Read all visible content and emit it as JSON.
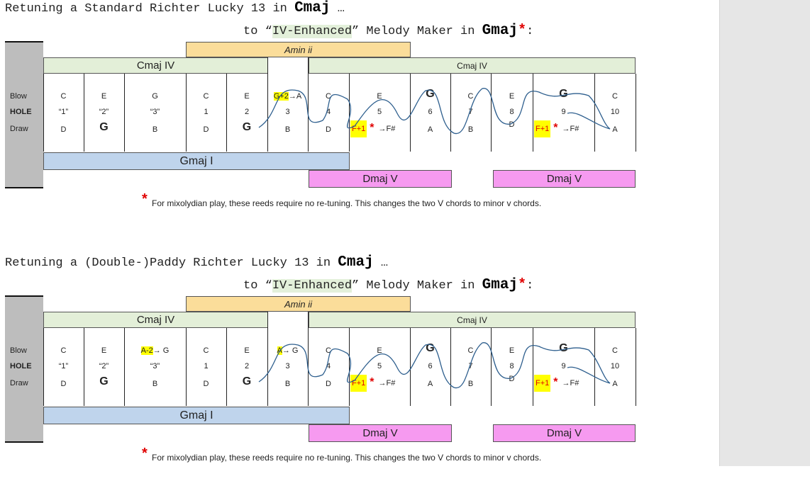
{
  "sections": [
    {
      "title_prefix": "Retuning a Standard Richter Lucky 13 in ",
      "title_key": "Cmaj",
      "title_suffix": " …",
      "subtitle_prefix": "to “",
      "subtitle_hl": "IV-Enhanced",
      "subtitle_mid": "” Melody Maker in ",
      "subtitle_key": "Gmaj",
      "subtitle_star": "*",
      "subtitle_end": ":",
      "band_amin": "Amin ii",
      "band_cmaj_left": "Cmaj IV",
      "band_cmaj_right": "Cmaj IV",
      "band_gmaj": "Gmaj I",
      "band_dmaj_1": "Dmaj V",
      "band_dmaj_2": "Dmaj V",
      "row_blow": "Blow",
      "row_hole": "HOLE",
      "row_draw": "Draw",
      "blow": [
        "C",
        "E",
        "G",
        "C",
        "E",
        "G+2",
        "C",
        "E",
        "G",
        "C",
        "E",
        "G",
        "C"
      ],
      "hole": [
        "“1”",
        "“2”",
        "“3”",
        "1",
        "2",
        "3",
        "4",
        "5",
        "6",
        "7",
        "8",
        "9",
        "10"
      ],
      "draw": [
        "D",
        "G",
        "B",
        "D",
        "G",
        "B",
        "D",
        "F+1",
        "A",
        "B",
        "D",
        "F+1",
        "A"
      ],
      "h3_arrow": "→A",
      "f_arrow": "→F#",
      "footnote_star": "*",
      "footnote": "For mixolydian play, these reeds require no re-tuning.  This changes the two V chords to minor v chords."
    },
    {
      "title_prefix": "Retuning a (Double-)Paddy Richter Lucky 13 in ",
      "title_key": "Cmaj",
      "title_suffix": " …",
      "subtitle_prefix": "to “",
      "subtitle_hl": "IV-Enhanced",
      "subtitle_mid": "” Melody Maker in ",
      "subtitle_key": "Gmaj",
      "subtitle_star": "*",
      "subtitle_end": ":",
      "band_amin": "Amin ii",
      "band_cmaj_left": "Cmaj IV",
      "band_cmaj_right": "Cmaj IV",
      "band_gmaj": "Gmaj I",
      "band_dmaj_1": "Dmaj V",
      "band_dmaj_2": "Dmaj V",
      "row_blow": "Blow",
      "row_hole": "HOLE",
      "row_draw": "Draw",
      "blow": [
        "C",
        "E",
        "A-2",
        "C",
        "E",
        "A",
        "C",
        "E",
        "G",
        "C",
        "E",
        "G",
        "C"
      ],
      "hole": [
        "“1”",
        "“2”",
        "“3”",
        "1",
        "2",
        "3",
        "4",
        "5",
        "6",
        "7",
        "8",
        "9",
        "10"
      ],
      "draw": [
        "D",
        "G",
        "B",
        "D",
        "G",
        "B",
        "D",
        "F+1",
        "A",
        "B",
        "D",
        "F+1",
        "A"
      ],
      "h3_arrow": "→ G",
      "f_arrow": "→F#",
      "footnote_star": "*",
      "footnote": "For mixolydian play, these reeds require no re-tuning.  This changes the two V chords to minor v chords."
    }
  ],
  "colors": {
    "amin_band": "#fbdd9a",
    "cmaj_band": "#e3efd8",
    "gmaj_band": "#bfd4ec",
    "dmaj_band": "#f69af0",
    "highlight": "#ffff00",
    "star": "#e00000",
    "scribble": "#2e5f8e"
  }
}
